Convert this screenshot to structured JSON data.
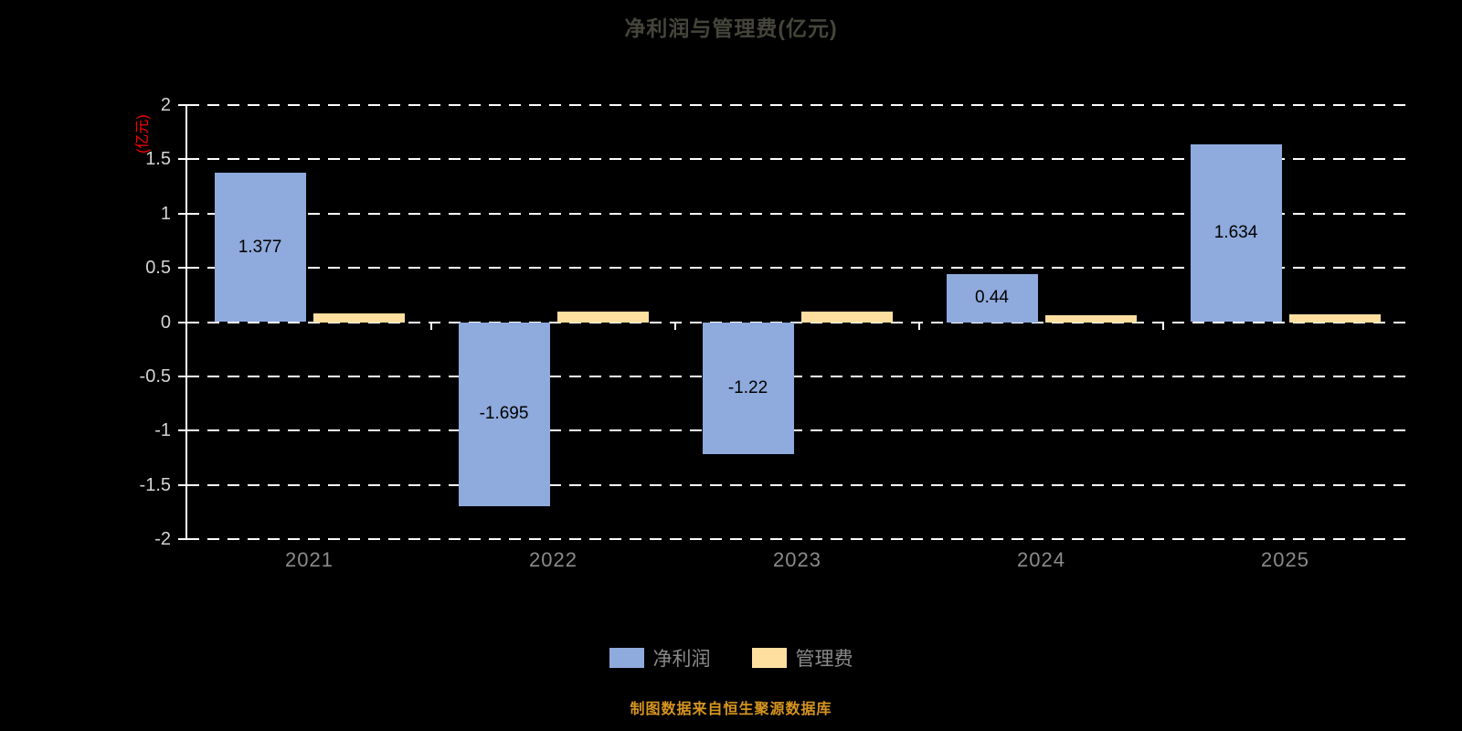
{
  "title": "净利润与管理费(亿元)",
  "y_axis_label": "(亿元)",
  "footer": "制图数据来自恒生聚源数据库",
  "colors": {
    "background": "#000000",
    "net_profit_bar": "#8faadc",
    "management_fee_bar": "#ffdf9f",
    "grid": "#ffffff",
    "y_axis_label_red": "#ff0000",
    "footer_orange": "#d6951f"
  },
  "chart_data": {
    "type": "bar",
    "title": "净利润与管理费(亿元)",
    "ylabel": "(亿元)",
    "categories": [
      "2021",
      "2022",
      "2023",
      "2024",
      "2025"
    ],
    "series": [
      {
        "name": "净利润",
        "color": "#8faadc",
        "values": [
          1.377,
          -1.695,
          -1.22,
          0.44,
          1.634
        ],
        "labels": [
          "1.377",
          "-1.695",
          "-1.22",
          "0.44",
          "1.634"
        ]
      },
      {
        "name": "管理费",
        "color": "#ffdf9f",
        "values": [
          0.08,
          0.1,
          0.1,
          0.06,
          0.07
        ],
        "labels": [
          null,
          null,
          null,
          null,
          null
        ]
      }
    ],
    "ylim": [
      -2,
      2
    ],
    "ytick_step": 0.5,
    "grid": "dashed-white-horizontal",
    "legend_position": "bottom"
  }
}
